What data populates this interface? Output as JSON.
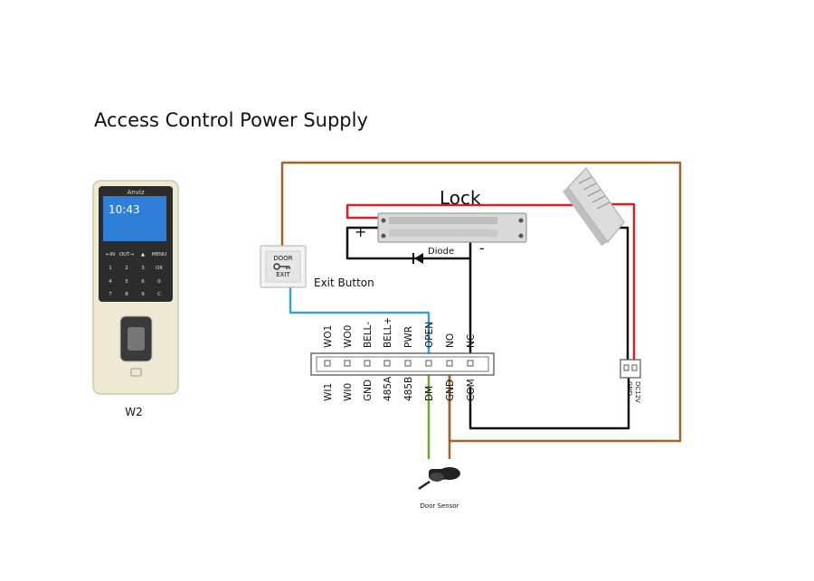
{
  "title": "Access Control Power Supply",
  "device": {
    "model": "W2",
    "brand": "Anviz",
    "clock": "10:43",
    "keys": [
      "←IN",
      "OUT→",
      "▲",
      "MENU",
      "1",
      "2",
      "3",
      "OK",
      "4",
      "5",
      "6",
      "0",
      "7",
      "8",
      "9",
      "C"
    ]
  },
  "exit_button": {
    "label": "Exit Button",
    "face_top": "DOOR",
    "face_bottom": "EXIT"
  },
  "lock": {
    "label": "Lock",
    "plus": "+",
    "minus": "-",
    "diode_label": "Diode"
  },
  "terminal": {
    "top_pins": [
      "WO1",
      "WO0",
      "BELL-",
      "BELL+",
      "PWR",
      "OPEN",
      "NO",
      "NC"
    ],
    "bottom_pins": [
      "WI1",
      "WI0",
      "GND",
      "485A",
      "485B",
      "DM",
      "GND",
      "COM"
    ]
  },
  "power_connector": {
    "pins": [
      "GND",
      "DC12V"
    ]
  },
  "door_sensor": {
    "label": "Door Sensor"
  },
  "colors": {
    "brown": "#a0632a",
    "red": "#d81f26",
    "black": "#111111",
    "blue": "#3aa0d8",
    "green": "#6aa82e"
  }
}
